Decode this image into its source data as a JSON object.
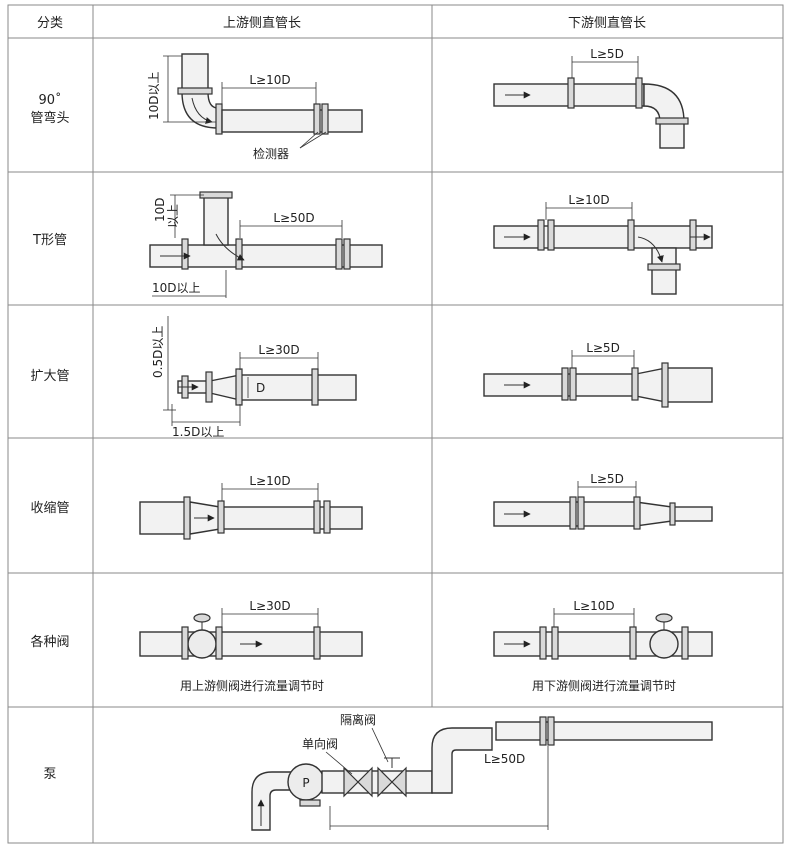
{
  "header": {
    "category": "分类",
    "upstream": "上游侧直管长",
    "downstream": "下游侧直管长"
  },
  "rows": [
    {
      "category_lines": [
        "90˚",
        "管弯头"
      ],
      "upstream": {
        "length": "L≥10D",
        "side_label": "10D以上",
        "detector": "检测器"
      },
      "downstream": {
        "length": "L≥5D"
      }
    },
    {
      "category_lines": [
        "T形管"
      ],
      "upstream": {
        "length": "L≥50D",
        "side_label_1": "10D",
        "side_label_2": "以上",
        "bottom_label": "10D以上"
      },
      "downstream": {
        "length": "L≥10D"
      }
    },
    {
      "category_lines": [
        "扩大管"
      ],
      "upstream": {
        "length": "L≥30D",
        "side_label": "0.5D以上",
        "diameter": "D",
        "bottom_label": "1.5D以上"
      },
      "downstream": {
        "length": "L≥5D"
      }
    },
    {
      "category_lines": [
        "收缩管"
      ],
      "upstream": {
        "length": "L≥10D"
      },
      "downstream": {
        "length": "L≥5D"
      }
    },
    {
      "category_lines": [
        "各种阀"
      ],
      "upstream": {
        "length": "L≥30D",
        "note": "用上游侧阀进行流量调节时"
      },
      "downstream": {
        "length": "L≥10D",
        "note": "用下游侧阀进行流量调节时"
      }
    },
    {
      "category_lines": [
        "泵"
      ],
      "pump": {
        "isolation_valve": "隔离阀",
        "check_valve": "单向阀",
        "pump_label": "P",
        "length": "L≥50D"
      }
    }
  ]
}
